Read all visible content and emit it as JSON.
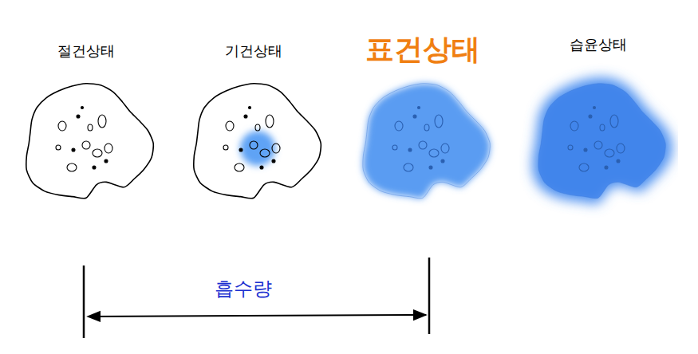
{
  "diagram": {
    "nodes": [
      {
        "text": [
          "절건상태"
        ]
      },
      {
        "text": [
          "기건상태"
        ]
      },
      {
        "text": [
          "표건상태"
        ]
      },
      {
        "text": [
          "습윤상태"
        ]
      }
    ],
    "labels": [
      "흡수량"
    ]
  }
}
